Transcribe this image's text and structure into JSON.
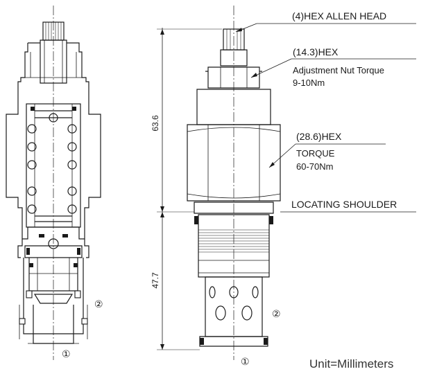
{
  "callouts": {
    "hex_allen_head": "(4)HEX ALLEN HEAD",
    "adjust_hex": "(14.3)HEX",
    "adjust_title": "Adjustment Nut Torque",
    "adjust_value": "9-10Nm",
    "body_hex": "(28.6)HEX",
    "body_title": "TORQUE",
    "body_value": "60-70Nm",
    "shoulder": "LOCATING SHOULDER"
  },
  "dimensions": {
    "upper": "63.6",
    "lower": "47.7"
  },
  "ports": {
    "port1": "①",
    "port2": "②"
  },
  "footer": {
    "unit": "Unit=Millimeters"
  }
}
